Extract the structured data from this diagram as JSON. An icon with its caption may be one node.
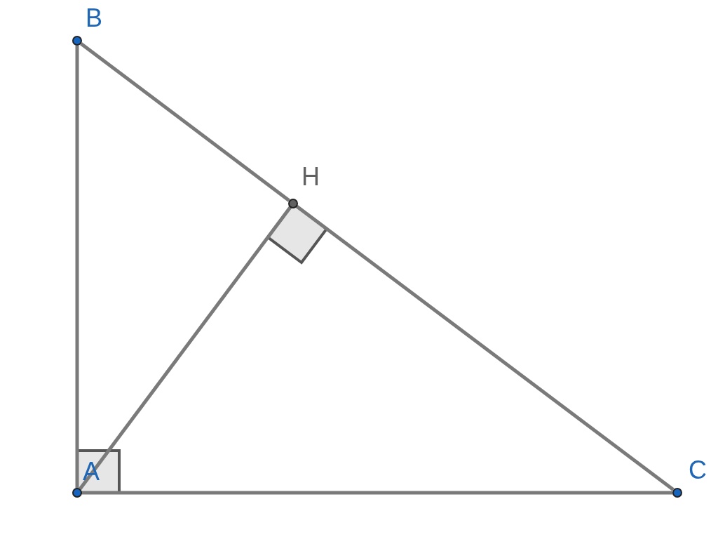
{
  "diagram": {
    "nodes": [
      {
        "text": [
          "B"
        ]
      },
      {
        "text": [
          "H"
        ]
      },
      {
        "text": [
          "A"
        ]
      },
      {
        "text": [
          "C"
        ]
      }
    ],
    "edges": [
      {
        "from": 0,
        "to": 2,
        "arrow": "none"
      },
      {
        "from": 2,
        "to": 3,
        "arrow": "none"
      },
      {
        "from": 0,
        "to": 1,
        "arrow": "none"
      },
      {
        "from": 1,
        "to": 3,
        "arrow": "none"
      },
      {
        "from": 2,
        "to": 1,
        "arrow": "none"
      }
    ]
  }
}
